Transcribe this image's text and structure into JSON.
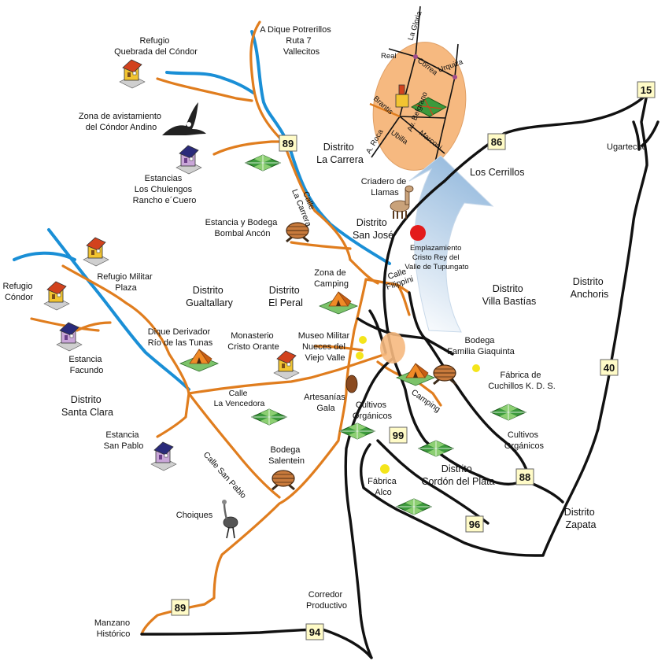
{
  "labels": {
    "dique_potrerillos": [
      "A  Dique Potrerillos",
      "Ruta 7",
      "Vallecitos"
    ],
    "refugio_quebrada": [
      "Refugio",
      "Quebrada del Cóndor"
    ],
    "zona_condor": [
      "Zona de avistamiento",
      "del Cóndor Andino"
    ],
    "estancias_chulengos": [
      "Estancias",
      "Los Chulengos",
      "Rancho e´Cuero"
    ],
    "estancia_bombal": [
      "Estancia y Bodega",
      "Bombal Ancón"
    ],
    "criadero_llamas": [
      "Criadero de",
      "Llamas"
    ],
    "emplazamiento": [
      "Emplazamiento",
      "Cristo Rey del",
      "Valle de Tupungato"
    ],
    "refugio_militar": [
      "Refugio Militar",
      "Plaza"
    ],
    "refugio_condor": [
      "Refugio",
      "Cóndor"
    ],
    "estancia_facundo": [
      "Estancia",
      "Facundo"
    ],
    "dique_derivador": [
      "Dique Derivador",
      "Río de las Tunas"
    ],
    "monasterio": [
      "Monasterio",
      "Cristo Orante"
    ],
    "museo_militar": [
      "Museo Militar",
      "Nueces del",
      "Viejo Valle"
    ],
    "zona_camping": [
      "Zona de",
      "Camping"
    ],
    "bodega_giaquinta": [
      "Bodega",
      "Familia Giaquinta"
    ],
    "fabrica_cuchillos": [
      "Fábrica  de",
      "Cuchillos K. D. S."
    ],
    "artesanias": [
      "Artesanías",
      "Gala"
    ],
    "cultivos_1": [
      "Cultivos",
      "Orgánicos"
    ],
    "cultivos_2": [
      "Cultivos",
      "Orgánicos"
    ],
    "estancia_san_pablo": [
      "Estancia",
      "San Pablo"
    ],
    "bodega_salentein": [
      "Bodega",
      "Salentein"
    ],
    "fabrica_alco": [
      "Fábrica",
      "Alco"
    ],
    "choiques": "Choiques",
    "corredor": [
      "Corredor",
      "Productivo"
    ],
    "manzano": [
      "Manzano",
      "Histórico"
    ],
    "los_cerrillos": "Los Cerrillos",
    "ugarteche": "Ugarteche"
  },
  "districts": {
    "la_carrera": [
      "Distrito",
      "La Carrera"
    ],
    "san_jose": [
      "Distrito",
      "San José"
    ],
    "gualtallary": [
      "Distrito",
      "Gualtallary"
    ],
    "el_peral": [
      "Distrito",
      "El Peral"
    ],
    "villa_bastias": [
      "Distrito",
      "Villa Bastías"
    ],
    "anchoris": [
      "Distrito",
      "Anchoris"
    ],
    "santa_clara": [
      "Distrito",
      "Santa Clara"
    ],
    "cordon_del_plata": [
      "Distrito",
      "Cordón del Plata"
    ],
    "zapata": [
      "Distrito",
      "Zapata"
    ]
  },
  "streets": {
    "calle_la_carrera": [
      "Calle",
      "La Carrera"
    ],
    "calle_filippini": [
      "Calle",
      "Filippini"
    ],
    "calle_la_vencedora": [
      "Calle",
      "La Vencedora"
    ],
    "calle_san_pablo": "Calle San Pablo",
    "camping": "Camping"
  },
  "inset_streets": {
    "la_gloria": "La Gloria",
    "real": "Real",
    "correa": "Correa",
    "urquiza": "Urquiza",
    "brantis": "Brantis",
    "av_belgrano": "Av. Belgrano",
    "a_roca": "A. Roca",
    "ubilla": "Ubilla",
    "marconi": "Marconi"
  },
  "routes": {
    "r15": "15",
    "r86": "86",
    "r89_north": "89",
    "r99": "99",
    "r88": "88",
    "r40": "40",
    "r96": "96",
    "r89_south": "89",
    "r94": "94"
  },
  "colors": {
    "road_main": "#111111",
    "road_secondary": "#e07d1e",
    "river": "#1a8fd6",
    "shield_fill": "#fffbc7",
    "inset_fill": "#f6b980",
    "marker_red": "#e31b1b",
    "marker_yellow": "#f4e51b",
    "field_green": "#3c9a3c"
  }
}
